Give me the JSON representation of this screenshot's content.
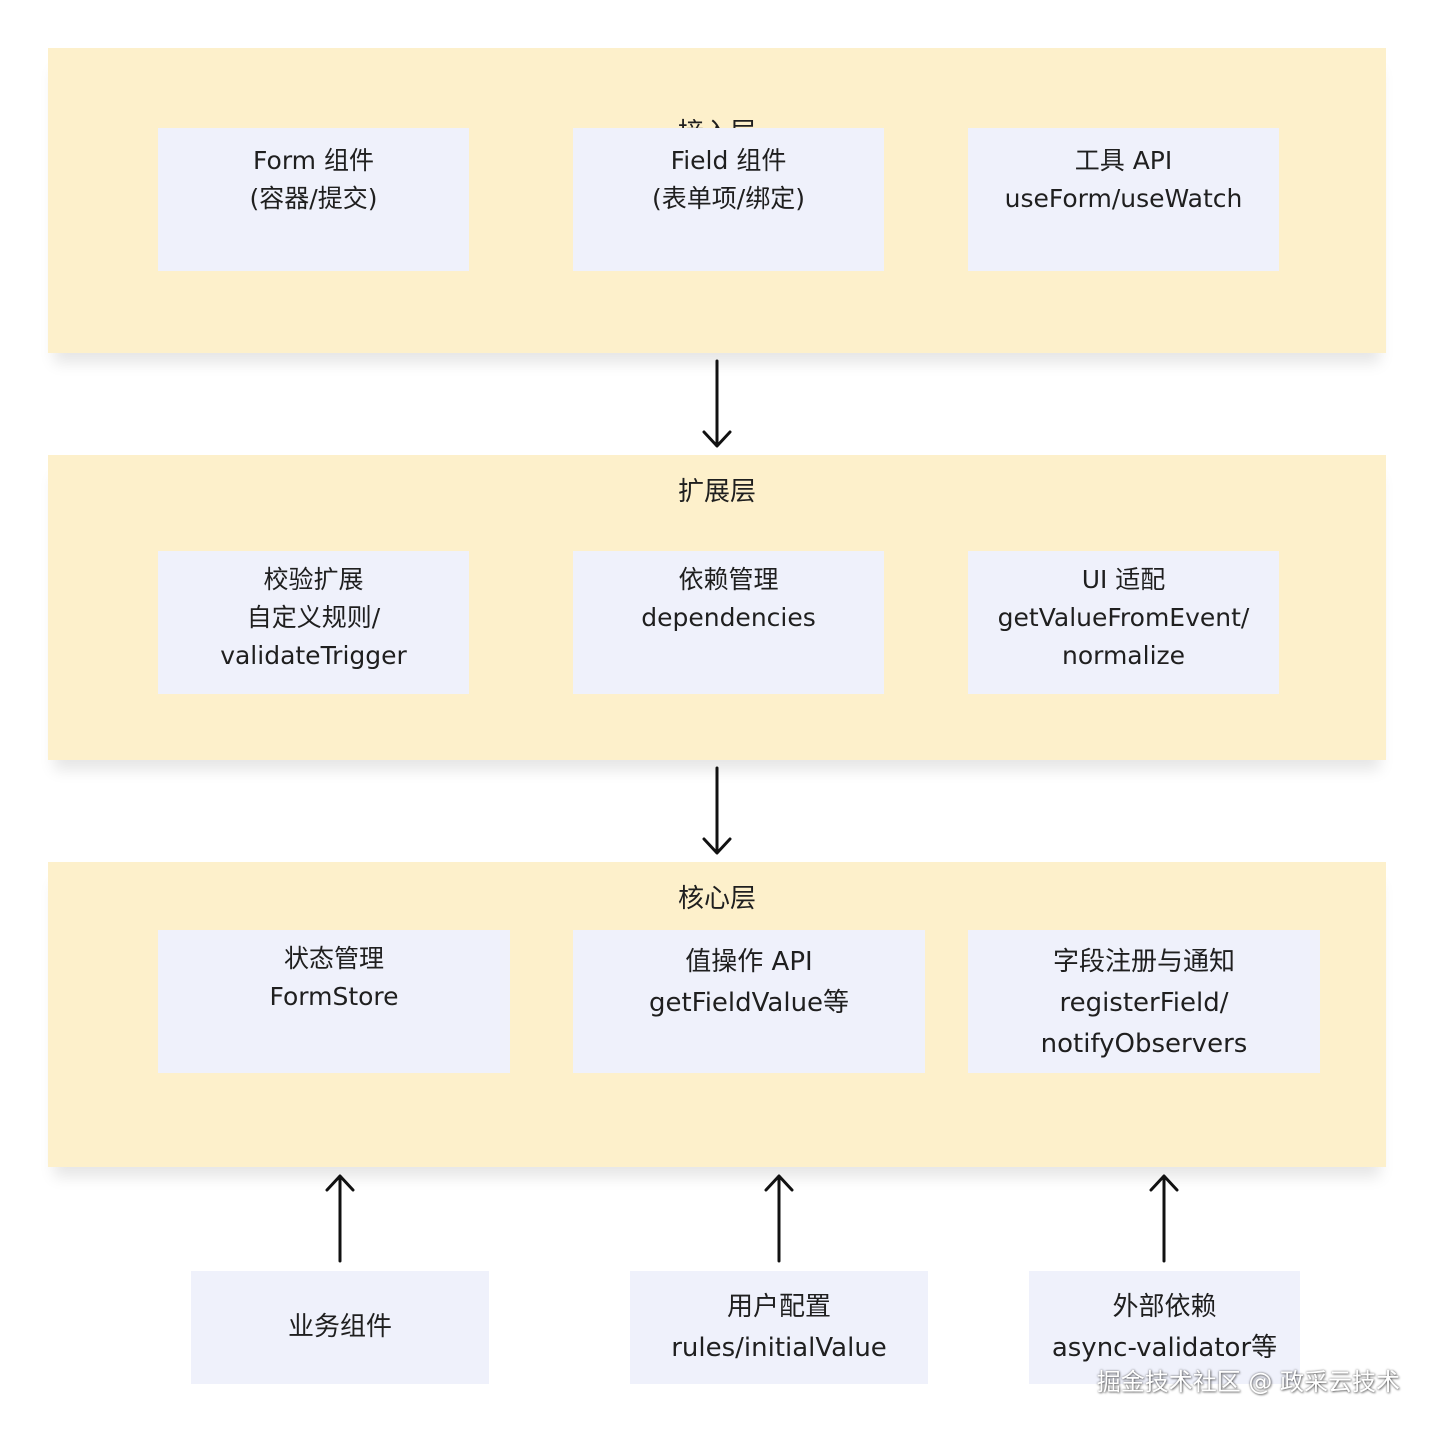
{
  "layers": {
    "access": {
      "title": "接入层",
      "boxes": [
        {
          "lines": [
            "Form 组件",
            "(容器/提交)"
          ]
        },
        {
          "lines": [
            "Field 组件",
            "(表单项/绑定)"
          ]
        },
        {
          "lines": [
            "工具 API",
            "useForm/useWatch"
          ]
        }
      ]
    },
    "extension": {
      "title": "扩展层",
      "boxes": [
        {
          "lines": [
            "校验扩展",
            "自定义规则/",
            "validateTrigger"
          ]
        },
        {
          "lines": [
            "依赖管理",
            "dependencies"
          ]
        },
        {
          "lines": [
            "UI 适配",
            "getValueFromEvent/",
            "normalize"
          ]
        }
      ]
    },
    "core": {
      "title": "核心层",
      "boxes": [
        {
          "lines": [
            "状态管理",
            "FormStore"
          ]
        },
        {
          "lines": [
            "值操作 API",
            "getFieldValue等"
          ]
        },
        {
          "lines": [
            "字段注册与通知",
            "registerField/",
            "notifyObservers"
          ]
        }
      ]
    }
  },
  "inputs": [
    {
      "lines": [
        "业务组件"
      ]
    },
    {
      "lines": [
        "用户配置",
        "rules/initialValue"
      ]
    },
    {
      "lines": [
        "外部依赖",
        "async-validator等"
      ]
    }
  ],
  "watermark": "掘金技术社区 @ 政采云技术"
}
